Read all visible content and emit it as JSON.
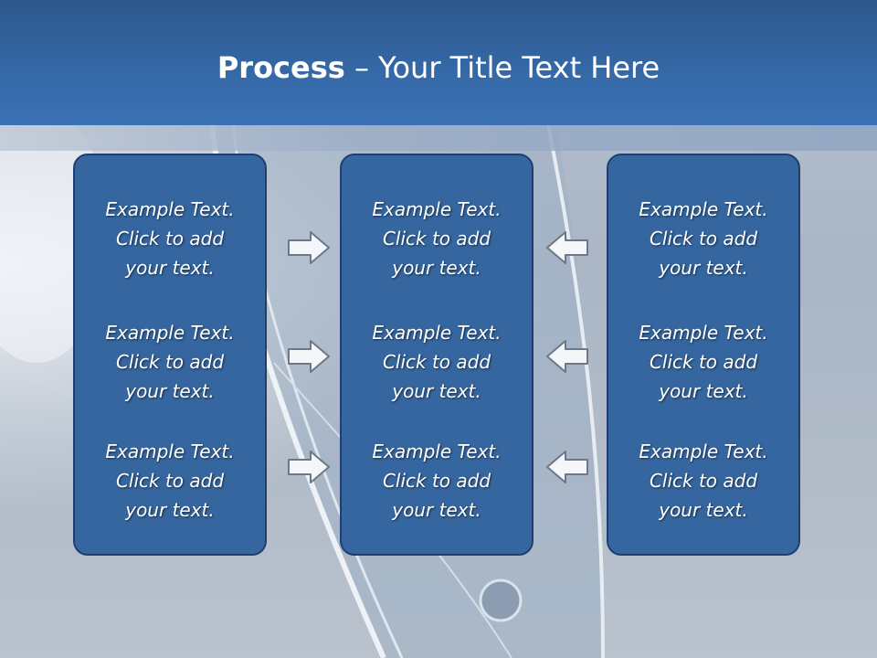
{
  "title": {
    "bold": "Process",
    "rest": " – Your Title Text Here"
  },
  "columns": [
    {
      "items": [
        [
          "Example Text.",
          "Click  to add",
          "your text."
        ],
        [
          "Example Text.",
          "Click  to add",
          "your text."
        ],
        [
          "Example Text.",
          "Click  to add",
          "your text."
        ]
      ]
    },
    {
      "items": [
        [
          "Example Text.",
          "Click  to add",
          "your text."
        ],
        [
          "Example Text.",
          "Click  to add",
          "your text."
        ],
        [
          "Example Text.",
          "Click  to add",
          "your text."
        ]
      ]
    },
    {
      "items": [
        [
          "Example Text.",
          "Click  to add",
          "your text."
        ],
        [
          "Example Text.",
          "Click  to add",
          "your text."
        ],
        [
          "Example Text.",
          "Click  to add",
          "your text."
        ]
      ]
    }
  ],
  "arrows": {
    "left_group": "right-arrow-icon",
    "right_group": "left-arrow-icon"
  },
  "colors": {
    "header": "#3569a8",
    "box": "#3566a0",
    "box_border": "#1f3f6e",
    "text": "#ffffff"
  }
}
